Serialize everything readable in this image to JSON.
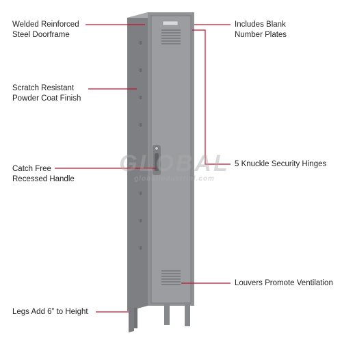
{
  "colors": {
    "leader": "#c8102e",
    "locker_body": "#8e9092",
    "locker_door": "#9a9c9e",
    "locker_side": "#7b7d80"
  },
  "callouts_left": [
    {
      "lines": [
        "Welded Reinforced",
        "Steel Doorframe"
      ]
    },
    {
      "lines": [
        "Scratch Resistant",
        "Powder Coat Finish"
      ]
    },
    {
      "lines": [
        "Catch Free",
        "Recessed Handle"
      ]
    },
    {
      "lines": [
        "Legs Add 6” to Height"
      ]
    }
  ],
  "callouts_right": [
    {
      "lines": [
        "Includes Blank",
        "Number Plates"
      ]
    },
    {
      "lines": [
        "5 Knuckle Security Hinges"
      ]
    },
    {
      "lines": [
        "Louvers Promote Ventilation"
      ]
    }
  ],
  "watermark": {
    "main": "GLOBAL",
    "sub": "globalindustrial.com"
  }
}
